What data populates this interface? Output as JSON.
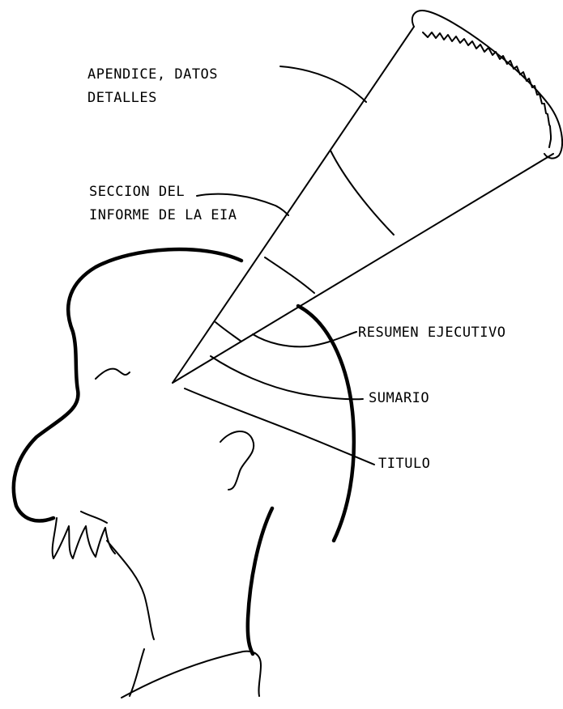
{
  "labels": {
    "appendix_line1": "APENDICE, DATOS",
    "appendix_line2": "DETALLES",
    "section_line1": "SECCION DEL",
    "section_line2": "INFORME DE LA EIA",
    "executive_summary": "RESUMEN EJECUTIVO",
    "summary": "SUMARIO",
    "title": "TITULO"
  }
}
